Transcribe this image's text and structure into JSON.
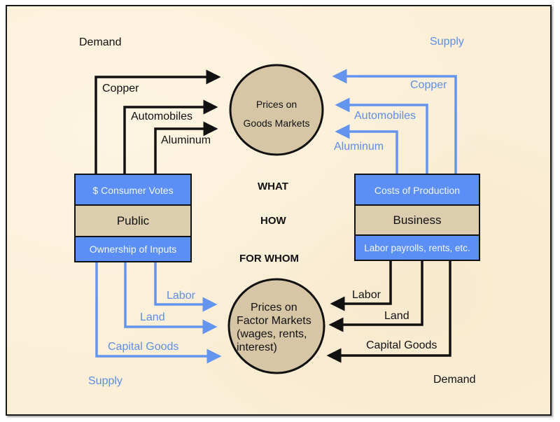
{
  "corner_labels": {
    "top_left": "Demand",
    "top_right": "Supply",
    "bottom_left": "Supply",
    "bottom_right": "Demand"
  },
  "goods_market": {
    "line1": "Prices on",
    "line2": "Goods Markets"
  },
  "factor_market": {
    "line1": "Prices on",
    "line2": "Factor Markets",
    "line3": "(wages, rents,",
    "line4": "interest)"
  },
  "public_box": {
    "top": "$ Consumer Votes",
    "middle": "Public",
    "bottom": "Ownership of Inputs"
  },
  "business_box": {
    "top": "Costs of Production",
    "middle": "Business",
    "bottom": "Labor payrolls, rents, etc."
  },
  "questions": [
    "WHAT",
    "HOW",
    "FOR WHOM"
  ],
  "goods_demand_flows": [
    "Copper",
    "Automobiles",
    "Aluminum"
  ],
  "goods_supply_flows": [
    "Copper",
    "Automobiles",
    "Aluminum"
  ],
  "factor_supply_flows": [
    "Labor",
    "Land",
    "Capital Goods"
  ],
  "factor_demand_flows": [
    "Labor",
    "Land",
    "Capital Goods"
  ],
  "colors": {
    "background": "#fbefd8",
    "box_blue": "#5b8ff5",
    "box_tan": "#dccdaf",
    "circle_fill": "#d6c6a6",
    "arrow_blue": "#6394ee",
    "arrow_black": "#111111"
  }
}
